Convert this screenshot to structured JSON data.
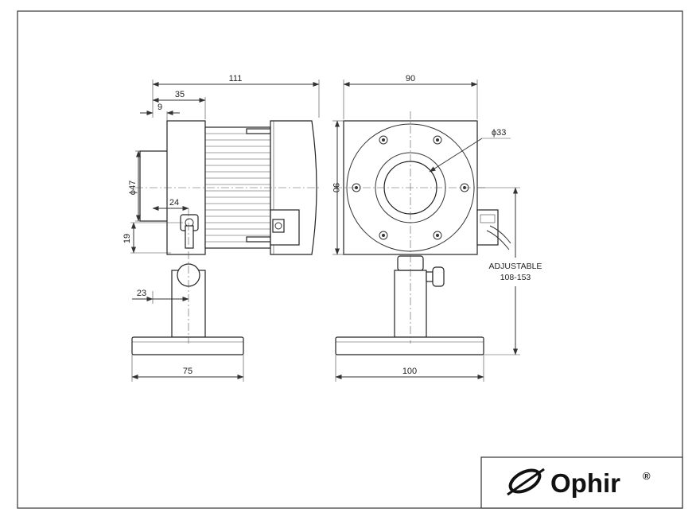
{
  "drawing": {
    "dims": {
      "overall_length": "111",
      "front_offset": "35",
      "aperture_depth": "9",
      "aperture_dia": "ϕ47",
      "mount_offset": "24",
      "post_height_offset": "19",
      "post_offset": "23",
      "base_side_width": "75",
      "head_width": "90",
      "head_height": "90",
      "window_dia": "ϕ33",
      "base_front_width": "100"
    },
    "adjustable_label": "ADJUSTABLE",
    "adjustable_range": "108-153"
  },
  "brand": {
    "name": "Ophir",
    "mark": "®"
  }
}
